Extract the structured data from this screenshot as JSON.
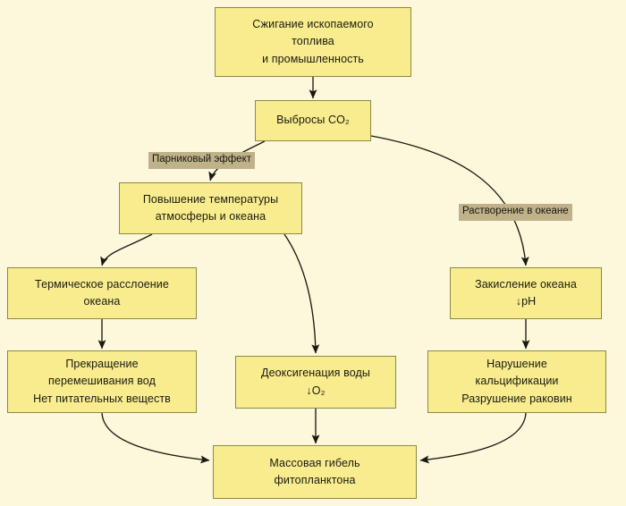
{
  "diagram": {
    "title_hidden": "",
    "colors": {
      "background": "#fdf8dc",
      "node_fill": "#f8ec8f",
      "node_border": "#8a8a45",
      "edge_stroke": "#1a1a10",
      "label_highlight": "#bfb18a",
      "text": "#1a1a10"
    },
    "nodes": [
      {
        "id": "fossil-fuel",
        "name": "fossil-fuel-burning-node",
        "lines": [
          "Сжигание ископаемого",
          "топлива",
          "и промышленность"
        ]
      },
      {
        "id": "co2-emissions",
        "name": "co2-emissions-node",
        "lines": [
          "Выбросы CO₂"
        ]
      },
      {
        "id": "temperature-rise",
        "name": "temperature-rise-node",
        "lines": [
          "Повышение температуры",
          "атмосферы и океана"
        ]
      },
      {
        "id": "ocean-acidification",
        "name": "ocean-acidification-node",
        "lines": [
          "Закисление океана",
          "↓pH"
        ]
      },
      {
        "id": "thermal-stratification",
        "name": "thermal-stratification-node",
        "lines": [
          "Термическое расслоение",
          "океана"
        ]
      },
      {
        "id": "mixing-cessation",
        "name": "mixing-cessation-node",
        "lines": [
          "Прекращение",
          "перемешивания вод",
          "Нет питательных веществ"
        ]
      },
      {
        "id": "deoxygenation",
        "name": "deoxygenation-node",
        "lines": [
          "Деоксигенация воды",
          "↓O₂"
        ]
      },
      {
        "id": "calcification-disruption",
        "name": "calcification-disruption-node",
        "lines": [
          "Нарушение",
          "кальцификации",
          "Разрушение раковин"
        ]
      },
      {
        "id": "phytoplankton-death",
        "name": "phytoplankton-death-node",
        "lines": [
          "Массовая гибель",
          "фитопланктона"
        ]
      }
    ],
    "edge_labels": [
      {
        "id": "greenhouse-effect",
        "text": "Парниковый эффект"
      },
      {
        "id": "ocean-dissolution",
        "text": "Растворение в океане"
      }
    ]
  }
}
